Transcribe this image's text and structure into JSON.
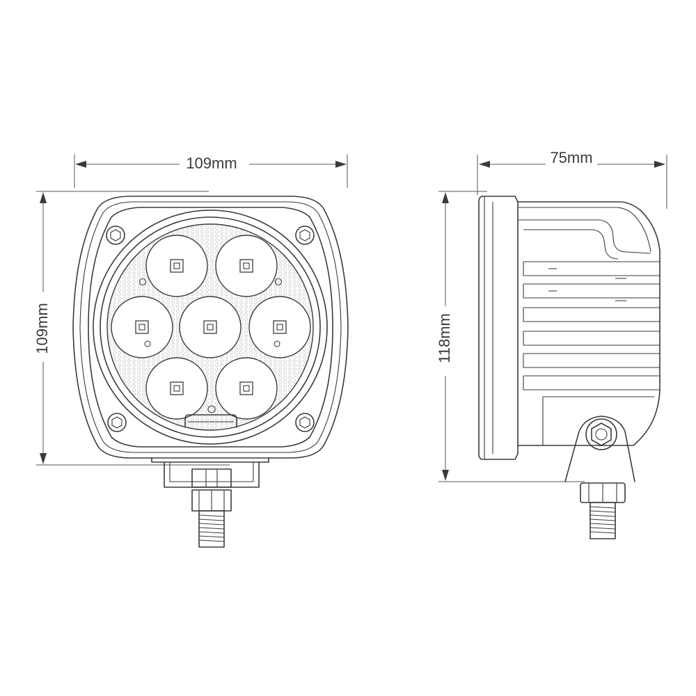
{
  "front_view": {
    "width_label": "109mm",
    "height_label": "109mm"
  },
  "side_view": {
    "depth_label": "75mm",
    "height_label": "118mm"
  }
}
